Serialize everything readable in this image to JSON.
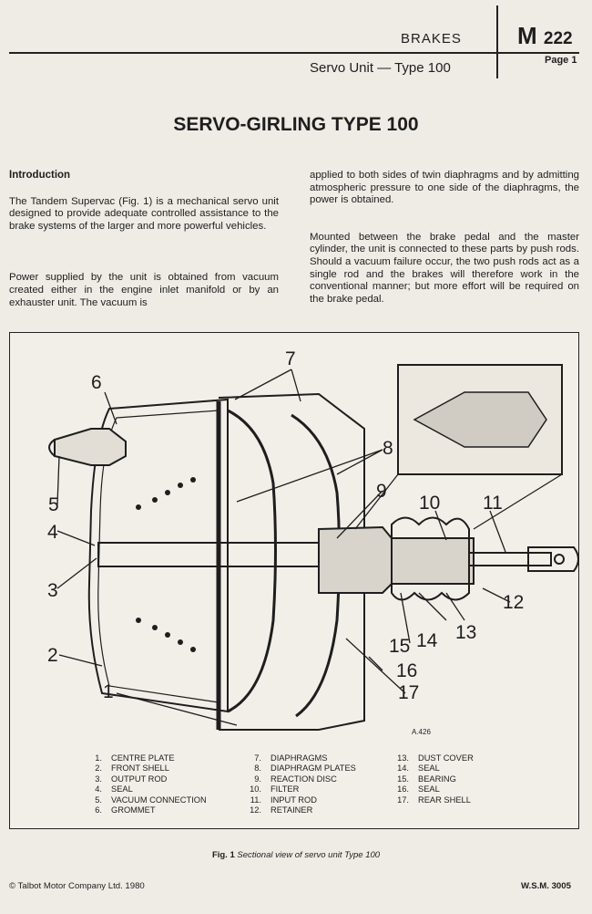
{
  "header": {
    "section": "BRAKES",
    "subsection": "Servo Unit — Type 100",
    "doc_code_letter": "M",
    "doc_code_number": "222",
    "page": "Page 1"
  },
  "title": "SERVO-GIRLING TYPE 100",
  "body": {
    "heading": "Introduction",
    "para1": "The Tandem Supervac (Fig. 1) is a mechanical servo unit designed to provide adequate controlled assistance to the brake systems of the larger and more powerful vehicles.",
    "para2": "Power supplied by the unit is obtained from vacuum created either in the engine inlet manifold or by an exhauster unit. The vacuum is",
    "para3": "applied to both sides of twin diaphragms and by admitting atmospheric pressure to one side of the diaphragms, the power is obtained.",
    "para4": "Mounted between the brake pedal and the master cylinder, the unit is connected to these parts by push rods. Should a vacuum failure occur, the two push rods act as a single rod and the brakes will therefore work in the conventional manner; but more effort will be required on the brake pedal."
  },
  "figure": {
    "ref": "A.426",
    "callouts": [
      "1",
      "2",
      "3",
      "4",
      "5",
      "6",
      "7",
      "8",
      "9",
      "10",
      "11",
      "12",
      "13",
      "14",
      "15",
      "16",
      "17"
    ],
    "legend": [
      {
        "n": "1.",
        "label": "CENTRE PLATE"
      },
      {
        "n": "2.",
        "label": "FRONT SHELL"
      },
      {
        "n": "3.",
        "label": "OUTPUT ROD"
      },
      {
        "n": "4.",
        "label": "SEAL"
      },
      {
        "n": "5.",
        "label": "VACUUM CONNECTION"
      },
      {
        "n": "6.",
        "label": "GROMMET"
      },
      {
        "n": "7.",
        "label": "DIAPHRAGMS"
      },
      {
        "n": "8.",
        "label": "DIAPHRAGM PLATES"
      },
      {
        "n": "9.",
        "label": "REACTION DISC"
      },
      {
        "n": "10.",
        "label": "FILTER"
      },
      {
        "n": "11.",
        "label": "INPUT ROD"
      },
      {
        "n": "12.",
        "label": "RETAINER"
      },
      {
        "n": "13.",
        "label": "DUST COVER"
      },
      {
        "n": "14.",
        "label": "SEAL"
      },
      {
        "n": "15.",
        "label": "BEARING"
      },
      {
        "n": "16.",
        "label": "SEAL"
      },
      {
        "n": "17.",
        "label": "REAR SHELL"
      }
    ],
    "caption_label": "Fig. 1",
    "caption_text": "Sectional view of servo unit Type 100"
  },
  "footer": {
    "copyright": "© Talbot Motor Company Ltd. 1980",
    "code": "W.S.M. 3005"
  }
}
